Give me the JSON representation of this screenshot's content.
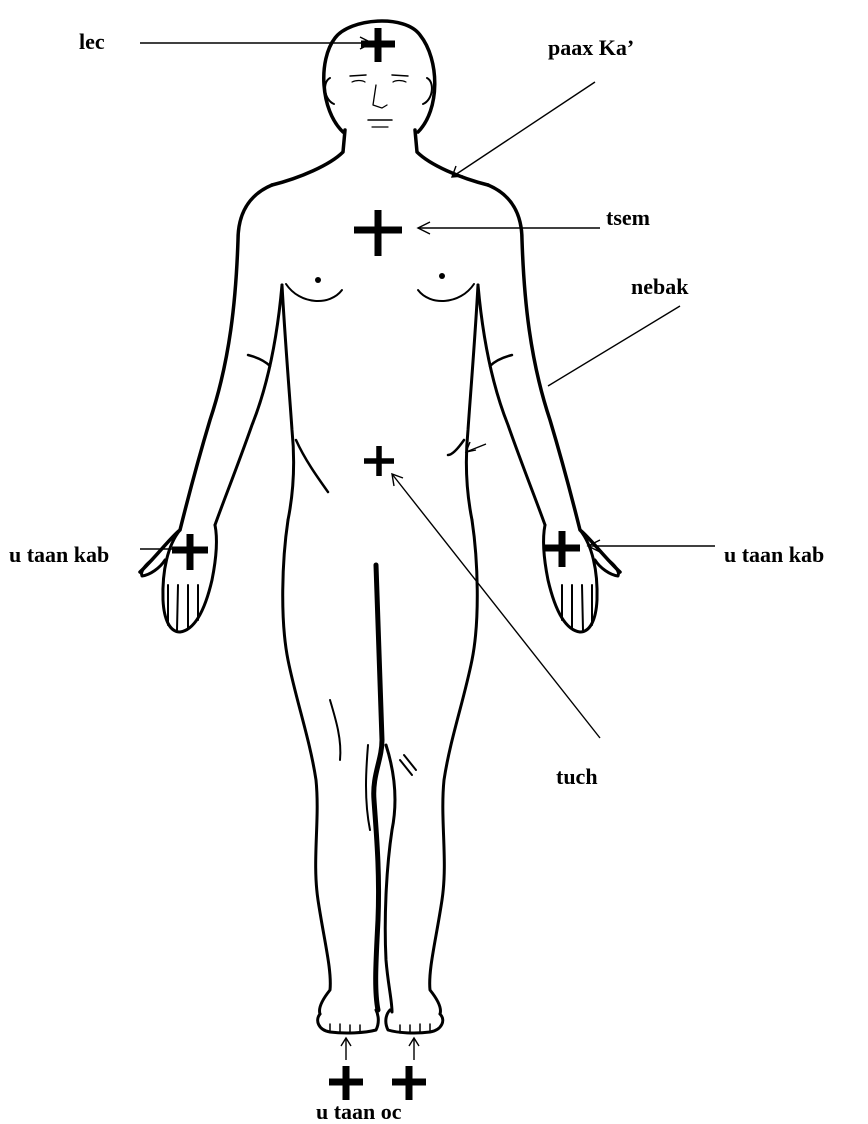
{
  "labels": {
    "head": "lec",
    "neck": "paax Ka’",
    "chest": "tsem",
    "arm": "nebak",
    "left_hand": "u taan kab",
    "right_hand": "u taan  kab",
    "navel": "tuch",
    "feet": "u taan oc"
  },
  "colors": {
    "ink": "#000000",
    "background": "#ffffff"
  }
}
